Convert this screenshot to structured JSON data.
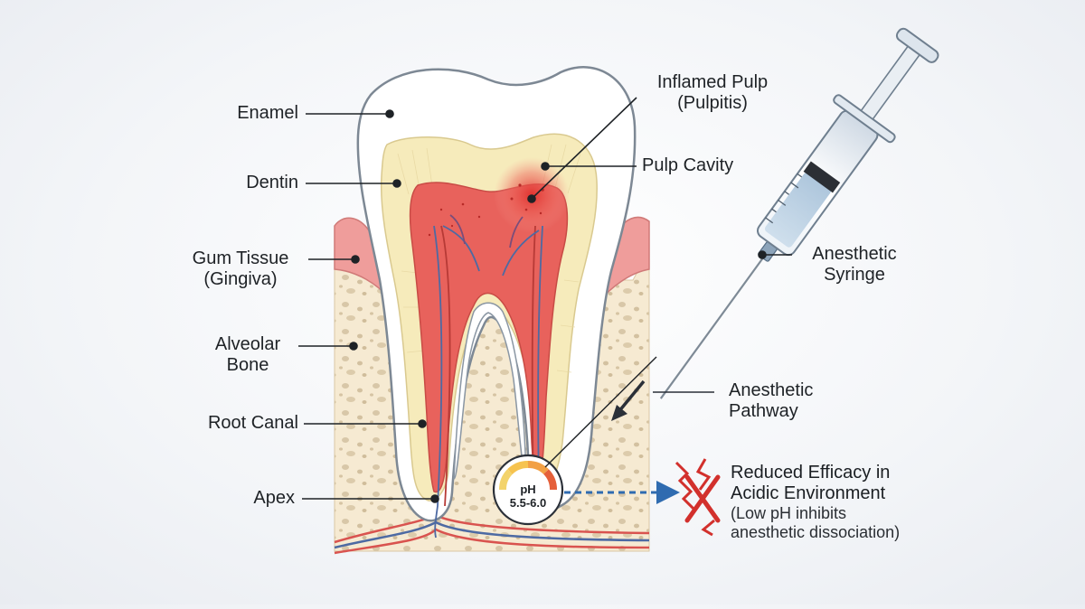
{
  "labels": {
    "enamel": "Enamel",
    "dentin": "Dentin",
    "gum_line1": "Gum Tissue",
    "gum_line2": "(Gingiva)",
    "alveolar_line1": "Alveolar",
    "alveolar_line2": "Bone",
    "root_canal": "Root Canal",
    "apex": "Apex",
    "inflamed_line1": "Inflamed Pulp",
    "inflamed_line2": "(Pulpitis)",
    "pulp_cavity": "Pulp Cavity",
    "syringe_line1": "Anesthetic",
    "syringe_line2": "Syringe",
    "pathway_line1": "Anesthetic",
    "pathway_line2": "Pathway",
    "reduced_line1": "Reduced Efficacy in",
    "reduced_line2": "Acidic Environment",
    "note_line1": "(Low pH inhibits",
    "note_line2": "anesthetic dissociation)"
  },
  "ph_gauge": {
    "label": "pH",
    "range": "5.5-6.0"
  },
  "colors": {
    "enamel": "#ffffff",
    "dentin": "#f6ebbb",
    "pulp": "#e45a55",
    "gum": "#ef9d9b",
    "bone": "#f4e8cf",
    "nerve_blue": "#4d6aa3",
    "warning_red": "#d2302c",
    "arrow_blue": "#2f6bb0"
  },
  "icons": [
    "syringe-icon",
    "ph-gauge-icon",
    "no-effect-cross-icon",
    "arrow-right-icon"
  ]
}
